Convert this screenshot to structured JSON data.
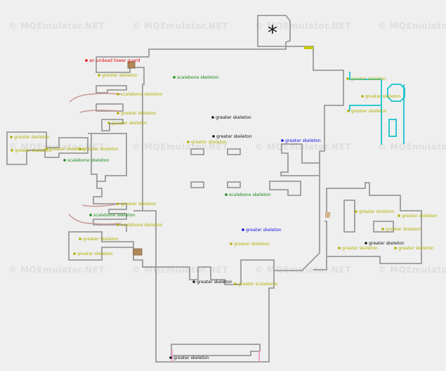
{
  "watermark": "© MQEmulator.NET",
  "zone_marker": "*",
  "colors": {
    "background": "#efefef",
    "wall": "#9a9a9a",
    "watermark": "#dedede",
    "cyan_structure": "#16c4cc",
    "cliff_edge": "#c89898",
    "door_yellow": "#c8c800",
    "door_pink": "#f0a0c8",
    "door_tan": "#d2b48c",
    "crate": "#b08858"
  },
  "label_colors": {
    "named": "#e00000",
    "yellow": "#b0b000",
    "green": "#1a8a1a",
    "black": "#111111",
    "blue": "#1010e0"
  },
  "spawns": [
    {
      "text": "an undead tower guard",
      "color": "named"
    },
    {
      "text": "greater skeleton",
      "color": "yellow"
    },
    {
      "text": "scalebone skeleton",
      "color": "green"
    },
    {
      "text": "greater skeleton",
      "color": "yellow"
    },
    {
      "text": "scalebone skeleton",
      "color": "yellow"
    },
    {
      "text": "greater skeleton",
      "color": "yellow"
    },
    {
      "text": "greater skeleton",
      "color": "yellow"
    },
    {
      "text": "greater skeleton",
      "color": "black"
    },
    {
      "text": "greater skeleton",
      "color": "black"
    },
    {
      "text": "greater skeleton",
      "color": "yellow"
    },
    {
      "text": "greater skeleton",
      "color": "blue"
    },
    {
      "text": "greater skeleton",
      "color": "yellow"
    },
    {
      "text": "greater skeleton",
      "color": "yellow"
    },
    {
      "text": "greater skeleton",
      "color": "yellow"
    },
    {
      "text": "greater skeleton",
      "color": "yellow"
    },
    {
      "text": "greater skeleton",
      "color": "yellow"
    },
    {
      "text": "scalebone skeleton",
      "color": "green"
    },
    {
      "text": "scalebone skeleton",
      "color": "green"
    },
    {
      "text": "greater skeleton",
      "color": "yellow"
    },
    {
      "text": "scalebone skeleton",
      "color": "green"
    },
    {
      "text": "scalebone skeleton",
      "color": "yellow"
    },
    {
      "text": "greater skeleton",
      "color": "blue"
    },
    {
      "text": "greater skeleton",
      "color": "yellow"
    },
    {
      "text": "greater skeleton",
      "color": "yellow"
    },
    {
      "text": "greater skeleton",
      "color": "yellow"
    },
    {
      "text": "greater skeleton",
      "color": "yellow"
    },
    {
      "text": "greater skeleton",
      "color": "yellow"
    },
    {
      "text": "greater skeleton",
      "color": "yellow"
    },
    {
      "text": "greater skeleton",
      "color": "yellow"
    },
    {
      "text": "greater skeleton",
      "color": "black"
    },
    {
      "text": "greater skeleton",
      "color": "yellow"
    },
    {
      "text": "greater skeleton",
      "color": "yellow"
    },
    {
      "text": "greater skeleton",
      "color": "black"
    },
    {
      "text": "greater scalebone",
      "color": "yellow"
    },
    {
      "text": "greater skeleton",
      "color": "black"
    }
  ]
}
